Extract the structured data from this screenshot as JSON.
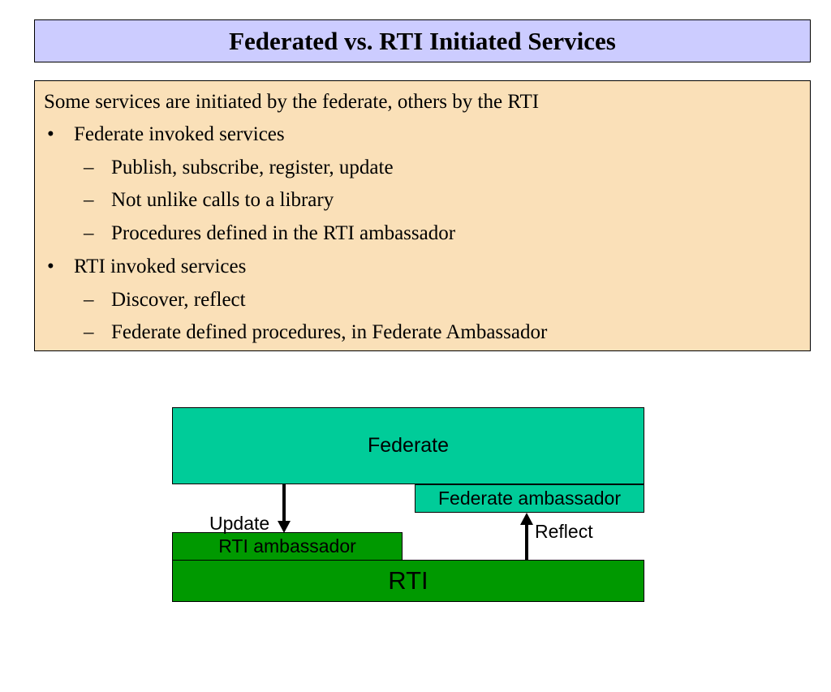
{
  "title": "Federated vs. RTI Initiated Services",
  "content": {
    "intro": "Some services are initiated by the federate, others by the RTI",
    "bullets": [
      {
        "text": "Federate invoked services",
        "subs": [
          "Publish, subscribe, register, update",
          "Not unlike calls to a library",
          "Procedures defined in the RTI ambassador"
        ]
      },
      {
        "text": "RTI invoked services",
        "subs": [
          "Discover, reflect",
          "Federate defined procedures, in Federate Ambassador"
        ]
      }
    ]
  },
  "diagram": {
    "federate": "Federate",
    "federate_ambassador": "Federate ambassador",
    "rti_ambassador": "RTI ambassador",
    "rti": "RTI",
    "update_label": "Update",
    "reflect_label": "Reflect",
    "colors": {
      "federate": "#00cc99",
      "rti": "#009900",
      "title_bg": "#ccccff",
      "content_bg": "#fae0b8"
    }
  }
}
